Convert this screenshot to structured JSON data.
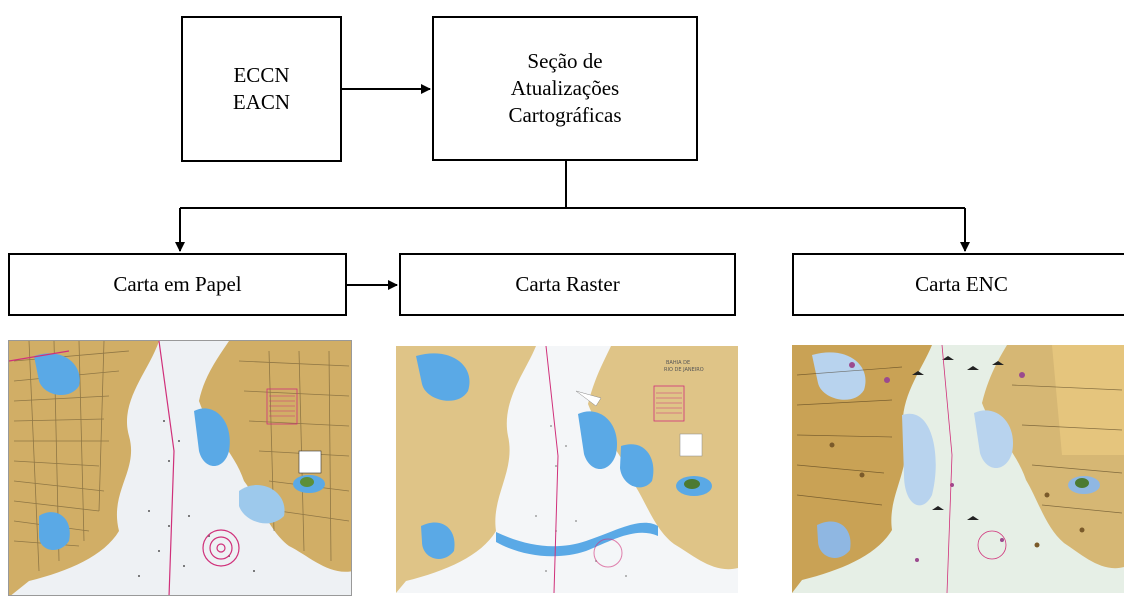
{
  "diagram": {
    "source_box": {
      "lines": [
        "ECCN",
        "EACN"
      ]
    },
    "section_box": {
      "lines": [
        "Seção de",
        "Atualizações",
        "Cartográficas"
      ]
    },
    "outputs": [
      {
        "label": "Carta em Papel"
      },
      {
        "label": "Carta Raster"
      },
      {
        "label": "Carta ENC"
      }
    ]
  },
  "images": [
    {
      "name": "paper-nautical-chart-image"
    },
    {
      "name": "raster-nautical-chart-image"
    },
    {
      "name": "enc-nautical-chart-image"
    }
  ],
  "colors": {
    "land_tan": "#d8b66f",
    "land_dark": "#c9a255",
    "shallow_water_blue": "#5aa9e6",
    "light_water": "#cfe3f3",
    "sea_white": "#f4f6f8",
    "enc_sea": "#e6efe6",
    "magenta_lines": "#d0307a"
  }
}
